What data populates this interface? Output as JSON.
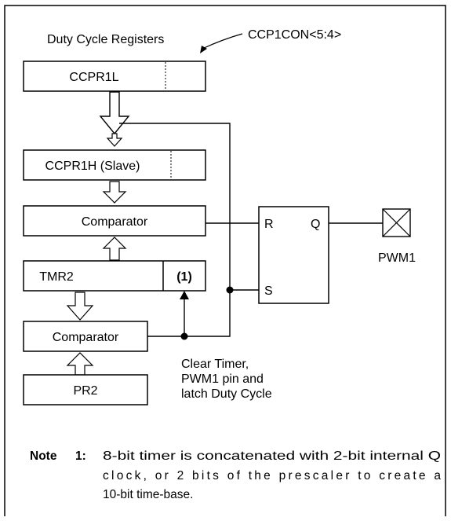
{
  "labels": {
    "duty_cycle_registers": "Duty Cycle Registers",
    "ccp1con": "CCP1CON<5:4>",
    "ccpr1l": "CCPR1L",
    "ccpr1h": "CCPR1H (Slave)",
    "comparator_top": "Comparator",
    "tmr2": "TMR2",
    "tmr2_note_ref": "(1)",
    "comparator_bottom": "Comparator",
    "pr2": "PR2",
    "flipflop_r": "R",
    "flipflop_q": "Q",
    "flipflop_s": "S",
    "pwm1": "PWM1",
    "clear_timer_line1": "Clear Timer,",
    "clear_timer_line2": "PWM1 pin and",
    "clear_timer_line3": "latch Duty Cycle"
  },
  "note": {
    "word": "Note",
    "number": "1:",
    "line1": "8-bit timer is concatenated with 2-bit internal Q",
    "line2": "clock, or 2 bits of the prescaler to create a",
    "line3": "10-bit time-base."
  }
}
